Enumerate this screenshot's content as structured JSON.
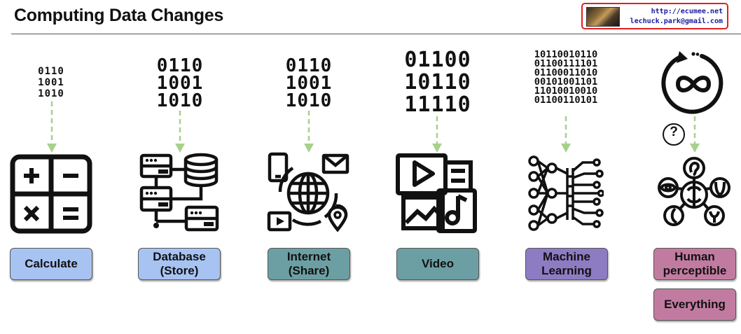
{
  "header": {
    "title": "Computing Data Changes",
    "url": "http://ecumee.net",
    "email": "lechuck.park@gmail.com"
  },
  "columns": [
    {
      "binary": [
        "0110",
        "1001",
        "1010"
      ],
      "label": "Calculate",
      "color": "#a7c3f2"
    },
    {
      "binary": [
        "0110",
        "1001",
        "1010"
      ],
      "label": "Database\n(Store)",
      "color": "#a7c3f2"
    },
    {
      "binary": [
        "0110",
        "1001",
        "1010"
      ],
      "label": "Internet\n(Share)",
      "color": "#6c9fa3"
    },
    {
      "binary": [
        "01100",
        "10110",
        "11110"
      ],
      "label": "Video",
      "color": "#6c9fa3"
    },
    {
      "binary": [
        "10110010110",
        "01100111101",
        "01100011010",
        "00101001101",
        "11010010010",
        "01100110101"
      ],
      "label": "Machine\nLearning",
      "color": "#8e7cc3"
    },
    {
      "label": "Human\nperceptible",
      "color": "#c27ba0",
      "question": "?"
    }
  ],
  "extra_label": {
    "label": "Everything",
    "color": "#c27ba0"
  },
  "arrow_color": "#a8d08d"
}
